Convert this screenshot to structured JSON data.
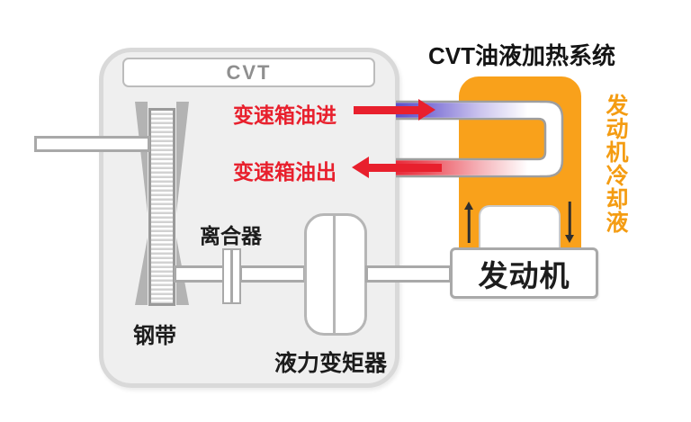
{
  "title": "CVT油液加热系统",
  "housing": {
    "label": "CVT"
  },
  "labels": {
    "steel_belt": "钢带",
    "clutch": "离合器",
    "torque_converter": "液力变矩器",
    "engine": "发动机",
    "engine_coolant": "发动机冷却液"
  },
  "flows": {
    "oil_in": "变速箱油进",
    "oil_out": "变速箱油出"
  },
  "colors": {
    "housing_fill": "#efefef",
    "housing_border": "#d9d9d9",
    "heat_exchanger_orange": "#F9A11B",
    "flow_red": "#E8202D",
    "oil_in_tube_start": "#584CC5",
    "oil_out_tube_start": "#E82333",
    "coolant_text_orange": "#F49C12"
  }
}
